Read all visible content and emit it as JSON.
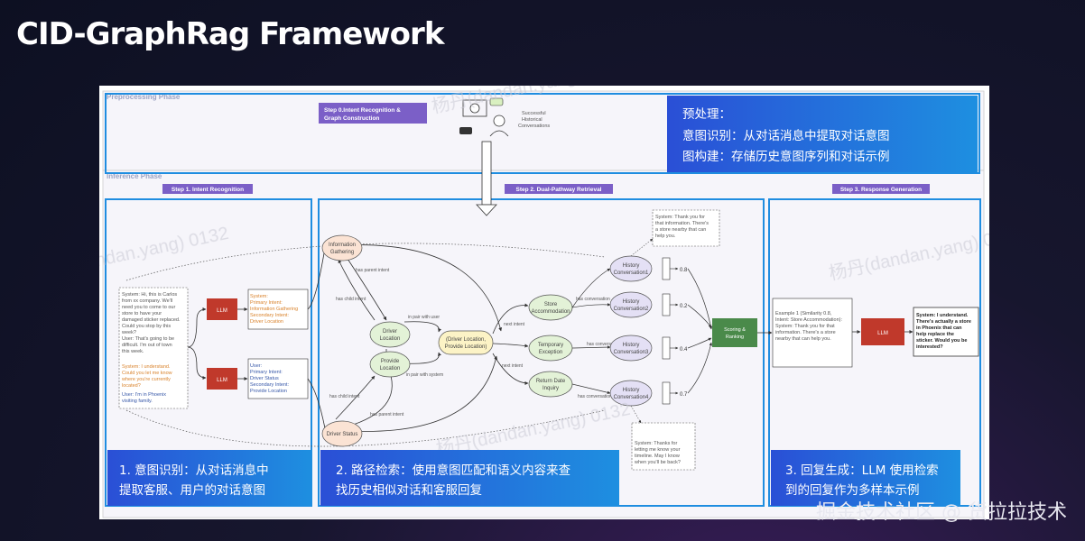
{
  "header": {
    "title": "CID-GraphRag Framework"
  },
  "footer": {
    "credit": "掘金技术社区 @ 货拉拉技术"
  },
  "watermark": "杨丹(dandan.yang) 0132",
  "preprocessing": {
    "label": "Preprocessing Phase",
    "step0": "Step 0.Intent Recognition &",
    "step0_line2": "Graph Construction",
    "successful": "Successful",
    "historical": "Historical",
    "conversations": "Conversations",
    "cn_title": "预处理：",
    "cn_line1": "意图识别：从对话消息中提取对话意图",
    "cn_line2": "图构建：存储历史意图序列和对话示例"
  },
  "inference": {
    "label": "Inference Phase",
    "step1": "Step 1. Intent Recognition",
    "step2": "Step 2. Dual-Pathway Retrieval",
    "step3": "Step 3. Response Generation"
  },
  "conversation": [
    "System: Hi, this is Carlos",
    "from xx company. We'll",
    "need you to come to our",
    "store to have your",
    "damaged sticker replaced.",
    "Could you stop by this",
    "week?",
    "User: That's going to be",
    "difficult. I'm out of town",
    "this week."
  ],
  "conversation_orange": [
    "System: I understand.",
    "Could you let me know",
    "where you're currently",
    "located?"
  ],
  "conversation_blue": [
    "User: I'm in Phoenix",
    "visiting family."
  ],
  "llm": "LLM",
  "system_intent": [
    "System:",
    "Primary Intent:",
    "Information Gathering",
    "Secondary Intent:",
    "Driver Location"
  ],
  "user_intent": [
    "User:",
    "Primary Intent:",
    "Driver Status",
    "Secondary Intent:",
    "Provide Location"
  ],
  "graph": {
    "info_gathering": [
      "Information",
      "Gathering"
    ],
    "driver_location": [
      "Driver",
      "Location"
    ],
    "provide_location": [
      "Provide",
      "Location"
    ],
    "driver_status": "Driver Status",
    "center": [
      "(Driver Location,",
      "Provide Location)"
    ],
    "store_accommodation": [
      "Store",
      "Accommodation"
    ],
    "temporary_exception": [
      "Temporary",
      "Exception"
    ],
    "return_date_inquiry": [
      "Return Date",
      "Inquiry"
    ],
    "has_parent_intent": "has parent intent",
    "has_child_intent": "has child intent",
    "in_pair_with_user": "in pair with user",
    "in_pair_with_system": "in pair with system",
    "next_intent": "next intent",
    "has_conversation": "has conversation"
  },
  "history": [
    {
      "label": [
        "History",
        "Conversation1"
      ],
      "score": "0.8"
    },
    {
      "label": [
        "History",
        "Conversation2"
      ],
      "score": "0.2"
    },
    {
      "label": [
        "History",
        "Conversation3"
      ],
      "score": "0.4"
    },
    {
      "label": [
        "History",
        "Conversation4"
      ],
      "score": "0.7"
    }
  ],
  "note_top": [
    "System: Thank you for",
    "that information. There's",
    "a store nearby that can",
    "help you."
  ],
  "note_bottom": [
    "System: Thanks for",
    "letting me know your",
    "timeline. May I know",
    "when you'll be back?"
  ],
  "scoring": [
    "Scoring &",
    "Ranking"
  ],
  "example": [
    "Example 1 (Similarity 0.8,",
    "Intent: Store Accommodation):",
    "System: Thank you for that",
    "information. There's a store",
    "nearby that can help you."
  ],
  "response": [
    "System: I understand.",
    "There's actually a store",
    "in Phoenix that can",
    "help replace the",
    "sticker. Would you be",
    "interested?"
  ],
  "cn_boxes": {
    "box1_line1": "1. 意图识别：从对话消息中",
    "box1_line2": "提取客服、用户的对话意图",
    "box2_line1": "2. 路径检索：使用意图匹配和语义内容来查",
    "box2_line2": "找历史相似对话和客服回复",
    "box3_line1": "3. 回复生成：LLM 使用检索",
    "box3_line2": "到的回复作为多样本示例"
  },
  "colors": {
    "accent_blue": "#1f73d8",
    "purple": "#7b5fc7",
    "llm_red": "#c0392b",
    "scoring_green": "#4a8a4a",
    "orange_text": "#d9822b",
    "blue_text": "#3657a8"
  }
}
